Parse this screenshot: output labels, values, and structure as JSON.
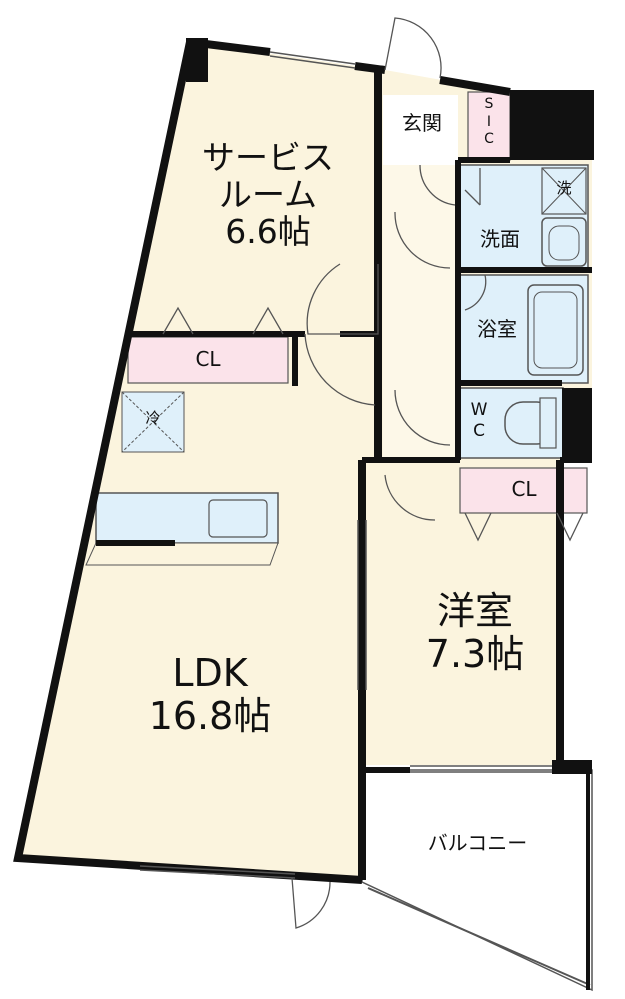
{
  "colors": {
    "room_fill": "#fbf4de",
    "wet_fill": "#dff0fa",
    "closet_fill": "#fbe3ea",
    "wall": "#111111",
    "line": "#555555"
  },
  "rooms": {
    "service_room": "サービス\nルーム\n6.6帖",
    "ldk": "LDK\n16.8帖",
    "western_room": "洋室\n7.3帖",
    "entrance": "玄関",
    "sic": "S\nI\nC",
    "washroom": "洗面",
    "washer": "洗",
    "bathroom": "浴室",
    "toilet": "W\nC",
    "fridge": "冷",
    "closet_service": "CL",
    "closet_western": "CL",
    "balcony": "バルコニー"
  }
}
